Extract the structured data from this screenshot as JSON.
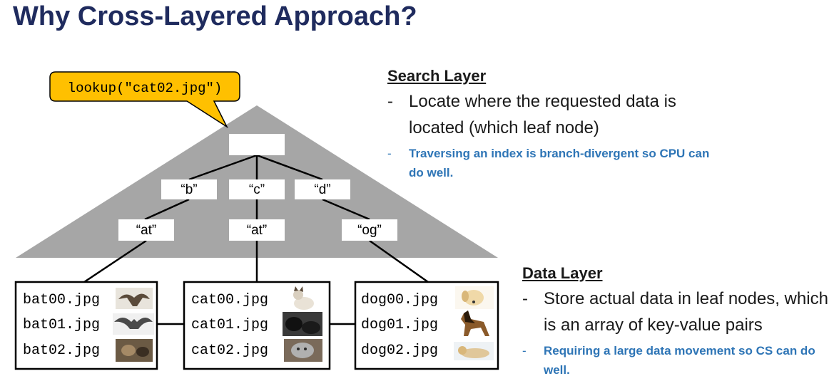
{
  "title": "Why Cross-Layered Approach?",
  "callout": {
    "text": "lookup(\"cat02.jpg\")"
  },
  "tree": {
    "root_label": "",
    "level1": [
      "“b”",
      "“c”",
      "“d”"
    ],
    "level2": [
      "“at”",
      "“at”",
      "“og”"
    ]
  },
  "leaves": [
    {
      "files": [
        "bat00.jpg",
        "bat01.jpg",
        "bat02.jpg"
      ],
      "icons": [
        "bat-photo-icon",
        "bat-photo-icon",
        "bat-photo-icon"
      ]
    },
    {
      "files": [
        "cat00.jpg",
        "cat01.jpg",
        "cat02.jpg"
      ],
      "icons": [
        "cat-photo-icon",
        "cat-photo-icon",
        "cat-photo-icon"
      ]
    },
    {
      "files": [
        "dog00.jpg",
        "dog01.jpg",
        "dog02.jpg"
      ],
      "icons": [
        "dog-photo-icon",
        "dog-photo-icon",
        "dog-photo-icon"
      ]
    }
  ],
  "search_layer": {
    "heading": "Search Layer",
    "bullet": "Locate where the requested data is located (which leaf node)",
    "note": "Traversing an index is branch-divergent so CPU can do well."
  },
  "data_layer": {
    "heading": "Data Layer",
    "bullet": "Store actual data in leaf nodes, which is an array of key-value pairs",
    "note": "Requiring a large data movement so CS can do well."
  },
  "colors": {
    "title": "#1f2b5e",
    "triangle": "#a6a6a6",
    "callout": "#ffc000",
    "note": "#2e75b6"
  }
}
